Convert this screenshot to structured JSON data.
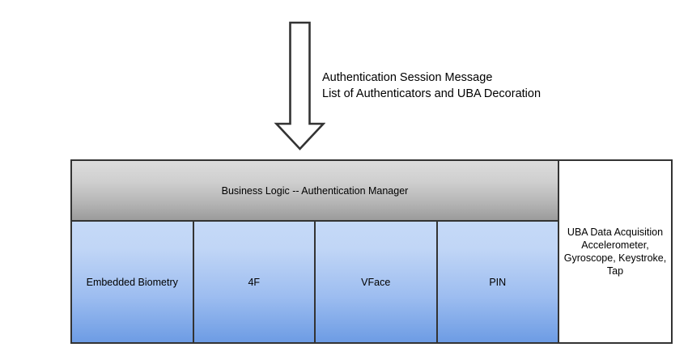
{
  "diagram": {
    "arrow": {
      "icon": "down-arrow-icon",
      "direction": "down",
      "color": "#333333"
    },
    "annotation": {
      "line1": "Authentication Session Message",
      "line2": "List of Authenticators and UBA Decoration"
    },
    "header_band": {
      "label": "Business Logic -- Authentication Manager",
      "gradient_from": "#dcdcdc",
      "gradient_to": "#9b9b9b"
    },
    "authenticators": [
      {
        "label": "Embedded Biometry"
      },
      {
        "label": "4F"
      },
      {
        "label": "VFace"
      },
      {
        "label": "PIN"
      }
    ],
    "authenticator_style": {
      "gradient_from": "#c5d9f8",
      "gradient_to": "#6d9ce4",
      "border_color": "#333333"
    },
    "uba_panel": {
      "line1": "UBA Data Acquisition",
      "line2": "Accelerometer,",
      "line3": "Gyroscope, Keystroke,",
      "line4": "Tap",
      "background": "#ffffff",
      "border_color": "#333333"
    }
  }
}
